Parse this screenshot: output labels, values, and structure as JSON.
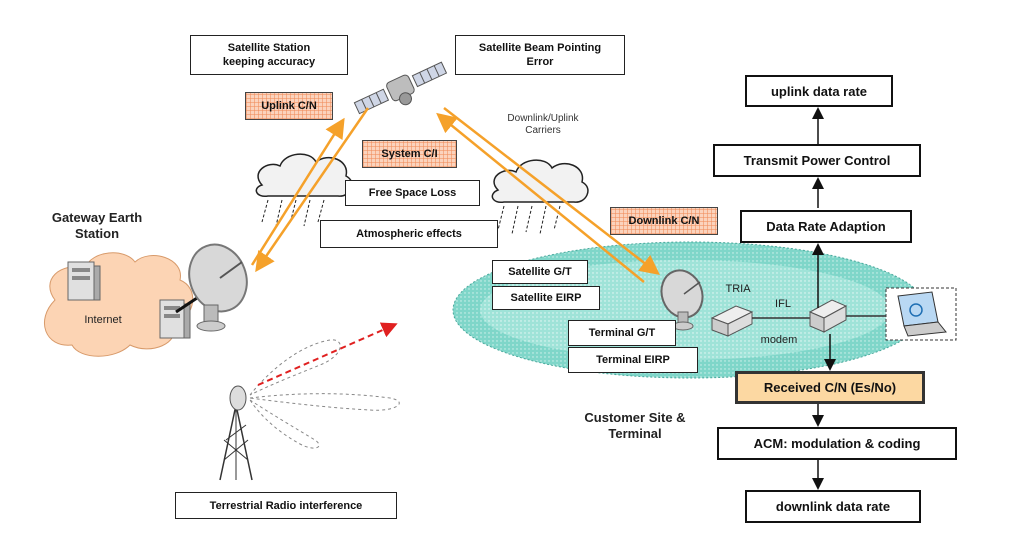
{
  "left_labels": {
    "gateway": "Gateway Earth\nStation",
    "internet": "Internet"
  },
  "top_boxes": {
    "station_keeping": "Satellite Station\nkeeping accuracy",
    "beam_pointing": "Satellite Beam Pointing\nError"
  },
  "hatched_boxes": {
    "uplink_cn": "Uplink C/N",
    "system_ci": "System C/I",
    "downlink_cn": "Downlink C/N"
  },
  "loss_boxes": {
    "free_space": "Free Space Loss",
    "atmospheric": "Atmospheric effects"
  },
  "carriers_label": "Downlink/Uplink\nCarriers",
  "terminal_boxes": {
    "sat_gt": "Satellite G/T",
    "sat_eirp": "Satellite EIRP",
    "term_gt": "Terminal G/T",
    "term_eirp": "Terminal EIRP"
  },
  "site_labels": {
    "tria": "TRIA",
    "ifl": "IFL",
    "modem": "modem",
    "customer": "Customer Site &\nTerminal"
  },
  "interference_label": "Terrestrial Radio interference",
  "flow": {
    "uplink_rate": "uplink data rate",
    "tpc": "Transmit Power Control",
    "dra": "Data Rate Adaption",
    "received_cn": "Received C/N (Es/No)",
    "acm": "ACM: modulation & coding",
    "downlink_rate": "downlink data rate"
  },
  "colors": {
    "orange_arrow": "#f5a12a",
    "hatch_fill": "#fbd3bd",
    "ellipse_fill": "#7fd6c9",
    "received_fill": "#fcd8a2",
    "interference_arrow": "#e02020"
  }
}
